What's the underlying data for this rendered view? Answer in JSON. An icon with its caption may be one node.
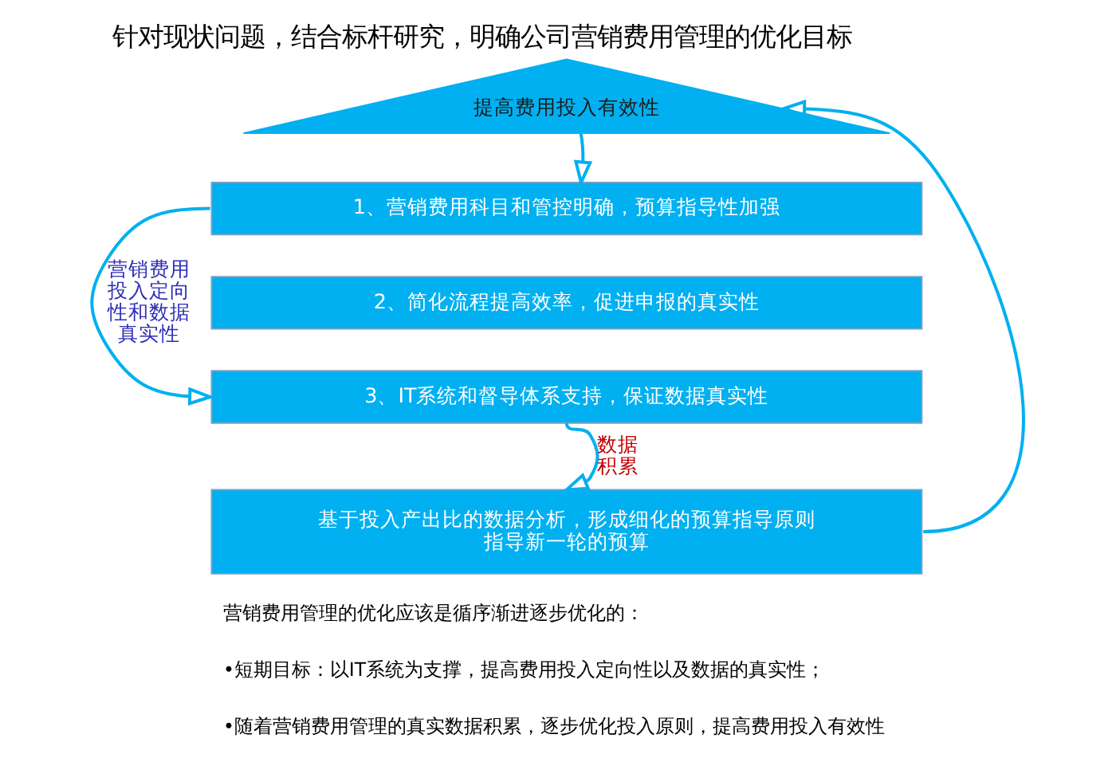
{
  "diagram": {
    "title": "针对现状问题，结合标杆研究，明确公司营销费用管理的优化目标",
    "nodes": [
      {
        "text": [
          "提高费用投入有效性"
        ]
      },
      {
        "text": [
          "1、营销费用科目和管控明确，预算指导性加强"
        ]
      },
      {
        "text": [
          "2、简化流程提高效率，促进申报的真实性"
        ]
      },
      {
        "text": [
          "3、IT系统和督导体系支持，保证数据真实性"
        ]
      },
      {
        "text": [
          "基于投入产出比的数据分析，形成细化的预算指导原则",
          "指导新一轮的预算"
        ]
      }
    ],
    "edges": [
      {
        "from": 0,
        "to": 1,
        "arrow": "to"
      },
      {
        "from": 1,
        "to": 3,
        "arrow": "to",
        "label": "营销费用投入定向性和数据真实性"
      },
      {
        "from": 3,
        "to": 4,
        "arrow": "to",
        "label": "数据积累"
      },
      {
        "from": 4,
        "to": 0,
        "arrow": "to"
      }
    ],
    "labels": [
      "营销费用管理的优化应该是循序渐进逐步优化的：",
      "•短期目标：以IT系统为支撑，提高费用投入定向性以及数据的真实性；",
      "•随着营销费用管理的真实数据积累，逐步优化投入原则，提高费用投入有效性"
    ]
  }
}
